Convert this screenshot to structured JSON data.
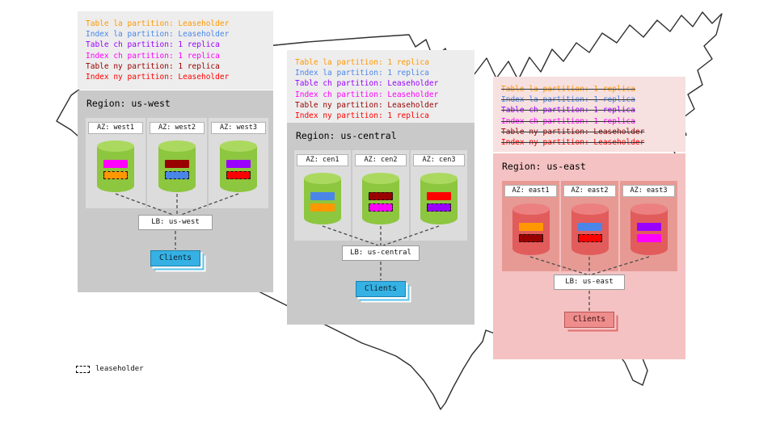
{
  "legend": {
    "label": "leaseholder"
  },
  "regions": [
    {
      "title": "Region: us-west",
      "lb_label": "LB: us-west",
      "clients_label": "Clients",
      "annotations": [
        {
          "text": "Table la partition: Leaseholder",
          "color": "#ff9800",
          "strike": false
        },
        {
          "text": "Index la partition: Leaseholder",
          "color": "#4a86e8",
          "strike": false
        },
        {
          "text": "Table ch partition: 1 replica",
          "color": "#9900ff",
          "strike": false
        },
        {
          "text": "Index ch partition: 1 replica",
          "color": "#ff00ff",
          "strike": false
        },
        {
          "text": "Table ny partition: 1 replica",
          "color": "#990000",
          "strike": false
        },
        {
          "text": "Index ny partition: Leaseholder",
          "color": "#ff0000",
          "strike": false
        }
      ],
      "azs": [
        {
          "label": "AZ: west1",
          "partitions": [
            {
              "color": "#ff00ff",
              "leaseholder": false
            },
            {
              "color": "#ff9800",
              "leaseholder": true
            }
          ]
        },
        {
          "label": "AZ: west2",
          "partitions": [
            {
              "color": "#990000",
              "leaseholder": false
            },
            {
              "color": "#4a86e8",
              "leaseholder": true
            }
          ]
        },
        {
          "label": "AZ: west3",
          "partitions": [
            {
              "color": "#9900ff",
              "leaseholder": false
            },
            {
              "color": "#ff0000",
              "leaseholder": true
            }
          ]
        }
      ]
    },
    {
      "title": "Region: us-central",
      "lb_label": "LB: us-central",
      "clients_label": "Clients",
      "annotations": [
        {
          "text": "Table la partition: 1 replica",
          "color": "#ff9800",
          "strike": false
        },
        {
          "text": "Index la partition: 1 replica",
          "color": "#4a86e8",
          "strike": false
        },
        {
          "text": "Table ch partition: Leaseholder",
          "color": "#9900ff",
          "strike": false
        },
        {
          "text": "Index ch partition: Leaseholder",
          "color": "#ff00ff",
          "strike": false
        },
        {
          "text": "Table ny partition: Leaseholder",
          "color": "#990000",
          "strike": false
        },
        {
          "text": "Index ny partition: 1 replica",
          "color": "#ff0000",
          "strike": false
        }
      ],
      "azs": [
        {
          "label": "AZ: cen1",
          "partitions": [
            {
              "color": "#4a86e8",
              "leaseholder": false
            },
            {
              "color": "#ff9800",
              "leaseholder": false
            }
          ]
        },
        {
          "label": "AZ: cen2",
          "partitions": [
            {
              "color": "#990000",
              "leaseholder": true
            },
            {
              "color": "#ff00ff",
              "leaseholder": true
            }
          ]
        },
        {
          "label": "AZ: cen3",
          "partitions": [
            {
              "color": "#ff0000",
              "leaseholder": false
            },
            {
              "color": "#9900ff",
              "leaseholder": true
            }
          ]
        }
      ]
    },
    {
      "title": "Region: us-east",
      "lb_label": "LB: us-east",
      "clients_label": "Clients",
      "annotations": [
        {
          "text": "Table la partition: 1 replica",
          "color": "#ff9800",
          "strike": true
        },
        {
          "text": "Index la partition: 1 replica",
          "color": "#4a86e8",
          "strike": true
        },
        {
          "text": "Table ch partition: 1 replica",
          "color": "#9900ff",
          "strike": true
        },
        {
          "text": "Index ch partition: 1 replica",
          "color": "#ff00ff",
          "strike": true
        },
        {
          "text": "Table ny partition: Leaseholder",
          "color": "#990000",
          "strike": true
        },
        {
          "text": "Index ny partition: Leaseholder",
          "color": "#ff0000",
          "strike": true
        }
      ],
      "azs": [
        {
          "label": "AZ: east1",
          "partitions": [
            {
              "color": "#ff9800",
              "leaseholder": false
            },
            {
              "color": "#990000",
              "leaseholder": true
            }
          ]
        },
        {
          "label": "AZ: east2",
          "partitions": [
            {
              "color": "#4a86e8",
              "leaseholder": false
            },
            {
              "color": "#ff0000",
              "leaseholder": true
            }
          ]
        },
        {
          "label": "AZ: east3",
          "partitions": [
            {
              "color": "#9900ff",
              "leaseholder": false
            },
            {
              "color": "#ff00ff",
              "leaseholder": false
            }
          ]
        }
      ]
    }
  ]
}
